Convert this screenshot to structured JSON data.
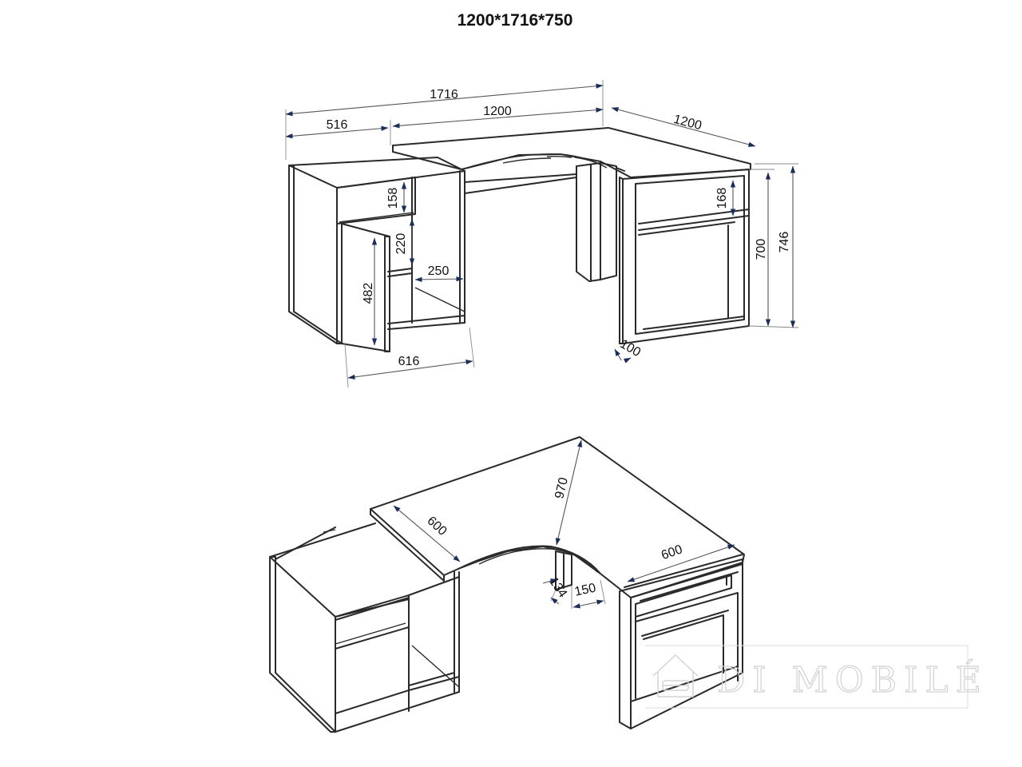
{
  "title": "1200*1716*750",
  "top_view": {
    "dims": {
      "d1716": "1716",
      "d516": "516",
      "d1200a": "1200",
      "d1200b": "1200",
      "d158": "158",
      "d220": "220",
      "d250": "250",
      "d482": "482",
      "d616": "616",
      "d168": "168",
      "d700": "700",
      "d746": "746",
      "d100": "100"
    }
  },
  "bottom_view": {
    "dims": {
      "d600a": "600",
      "d970": "970",
      "d600b": "600",
      "d134": "134",
      "d150": "150"
    }
  },
  "watermark": {
    "text": "DI MOBILÉ",
    "icon": "house-sofa-icon"
  },
  "colors": {
    "line": "#2a2a2a",
    "arrow": "#1a2e5a",
    "watermark": "#d2d2d2"
  }
}
